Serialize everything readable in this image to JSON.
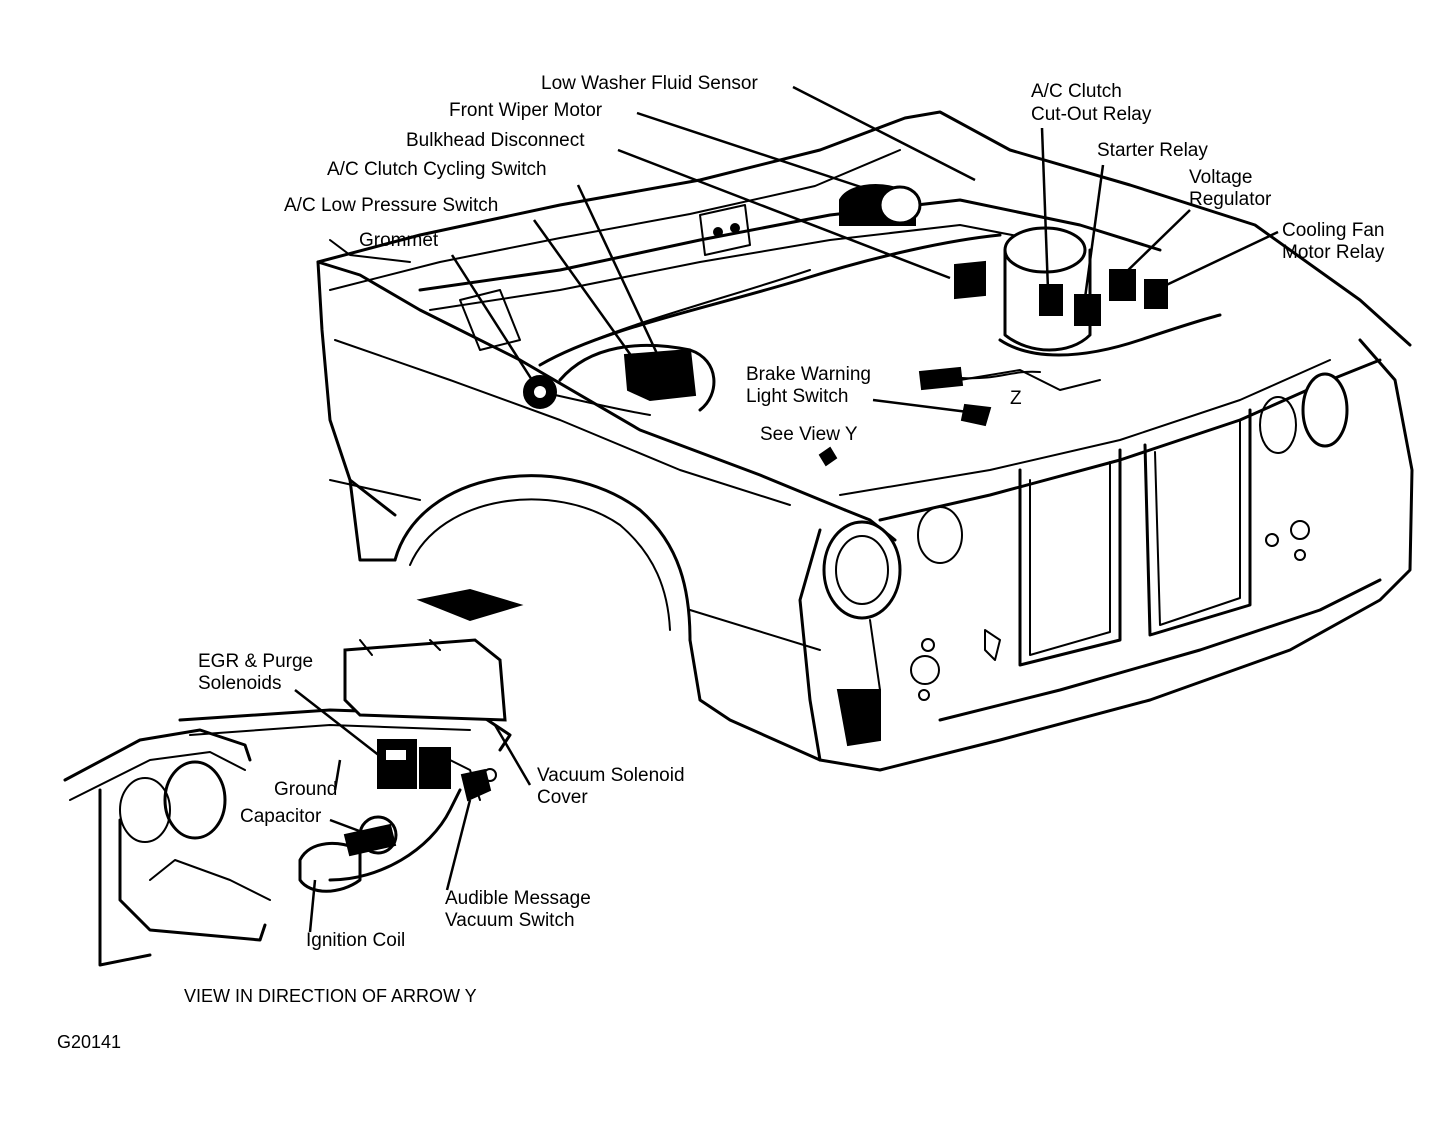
{
  "labels": {
    "low_washer_fluid_sensor": "Low Washer Fluid Sensor",
    "front_wiper_motor": "Front Wiper Motor",
    "bulkhead_disconnect": "Bulkhead Disconnect",
    "ac_clutch_cycling_switch": "A/C Clutch Cycling Switch",
    "ac_low_pressure_switch": "A/C Low Pressure Switch",
    "grommet": "Grommet",
    "ac_clutch_cutout_relay_line1": "A/C Clutch",
    "ac_clutch_cutout_relay_line2": "Cut-Out Relay",
    "starter_relay": "Starter Relay",
    "voltage_regulator_line1": "Voltage",
    "voltage_regulator_line2": "Regulator",
    "cooling_fan_motor_relay_line1": "Cooling Fan",
    "cooling_fan_motor_relay_line2": "Motor Relay",
    "brake_warning_light_switch_line1": "Brake Warning",
    "brake_warning_light_switch_line2": "Light Switch",
    "marker_z": "Z",
    "see_view_y": "See View Y",
    "egr_purge_solenoids_line1": "EGR & Purge",
    "egr_purge_solenoids_line2": "Solenoids",
    "ground": "Ground",
    "capacitor": "Capacitor",
    "vacuum_solenoid_cover_line1": "Vacuum Solenoid",
    "vacuum_solenoid_cover_line2": "Cover",
    "audible_message_vacuum_switch_line1": "Audible Message",
    "audible_message_vacuum_switch_line2": "Vacuum Switch",
    "ignition_coil": "Ignition Coil"
  },
  "caption": "VIEW IN DIRECTION OF ARROW Y",
  "figure_code": "G20141"
}
